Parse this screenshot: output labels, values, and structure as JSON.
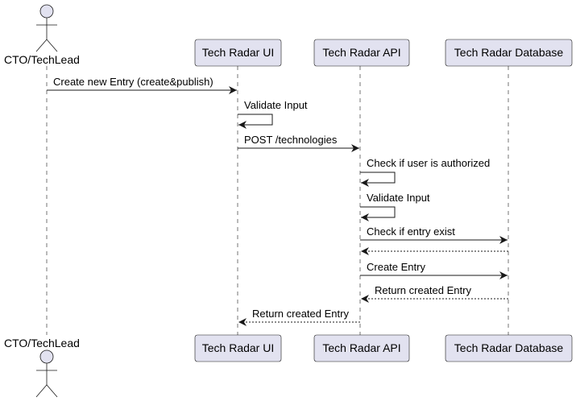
{
  "participants": [
    {
      "id": "cto",
      "label": "CTO/TechLead",
      "kind": "actor"
    },
    {
      "id": "ui",
      "label": "Tech Radar UI",
      "kind": "participant"
    },
    {
      "id": "api",
      "label": "Tech Radar API",
      "kind": "participant"
    },
    {
      "id": "db",
      "label": "Tech Radar Database",
      "kind": "participant"
    }
  ],
  "messages": [
    {
      "from": "cto",
      "to": "ui",
      "label": "Create new Entry (create&publish)",
      "style": "solid"
    },
    {
      "from": "ui",
      "to": "ui",
      "label": "Validate Input",
      "style": "solid"
    },
    {
      "from": "ui",
      "to": "api",
      "label": "POST /technologies",
      "style": "solid"
    },
    {
      "from": "api",
      "to": "api",
      "label": "Check if user is authorized",
      "style": "solid"
    },
    {
      "from": "api",
      "to": "api",
      "label": "Validate Input",
      "style": "solid"
    },
    {
      "from": "api",
      "to": "db",
      "label": "Check if entry exist",
      "style": "solid"
    },
    {
      "from": "db",
      "to": "api",
      "label": "",
      "style": "dashed"
    },
    {
      "from": "api",
      "to": "db",
      "label": "Create Entry",
      "style": "solid"
    },
    {
      "from": "db",
      "to": "api",
      "label": "Return created Entry",
      "style": "dashed"
    },
    {
      "from": "api",
      "to": "ui",
      "label": "Return created Entry",
      "style": "dashed"
    }
  ],
  "colors": {
    "participant_fill": "#E2E2F0",
    "line": "#181818"
  }
}
